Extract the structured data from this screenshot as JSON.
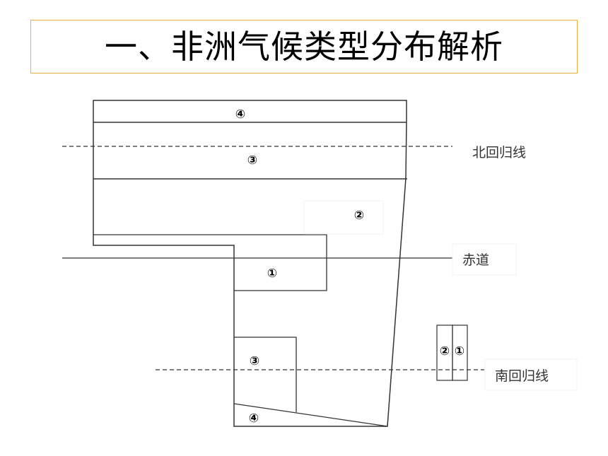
{
  "title": "一、非洲气候类型分布解析",
  "lines": {
    "tropic_cancer": "北回归线",
    "equator": "赤道",
    "tropic_capricorn": "南回归线"
  },
  "zones": {
    "north_top": "④",
    "north_band": "③",
    "east_box": "②",
    "equator_box": "①",
    "south_left": "③",
    "south_bottom": "④",
    "legend_left": "②",
    "legend_right": "①"
  }
}
